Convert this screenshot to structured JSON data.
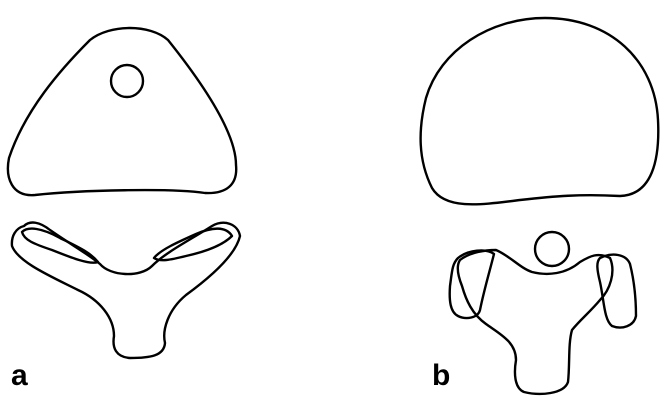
{
  "figure": {
    "panels": [
      {
        "label": "a",
        "parts": [
          "vertebral-body",
          "vertebral-canal",
          "vertebral-arch",
          "left-articular-facet",
          "right-articular-facet"
        ]
      },
      {
        "label": "b",
        "parts": [
          "vertebral-body",
          "vertebral-canal",
          "vertebral-arch",
          "left-articular-facet",
          "right-articular-facet"
        ]
      }
    ],
    "colors": {
      "stroke": "#000000",
      "background": "#ffffff",
      "label": "#000000"
    }
  }
}
